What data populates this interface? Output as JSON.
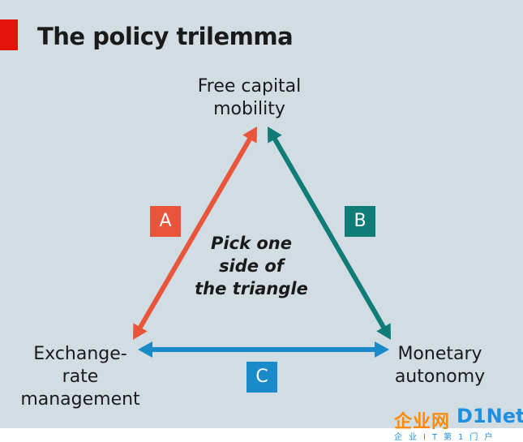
{
  "title": "The policy trilemma",
  "nodes": {
    "top": {
      "line1": "Free capital",
      "line2": "mobility"
    },
    "left": {
      "line1": "Exchange-",
      "line2": "rate",
      "line3": "management"
    },
    "right": {
      "line1": "Monetary",
      "line2": "autonomy"
    }
  },
  "center_text": {
    "line1": "Pick one",
    "line2": "side of",
    "line3": "the triangle"
  },
  "sides": {
    "a": {
      "label": "A",
      "color": "#e8553a"
    },
    "b": {
      "label": "B",
      "color": "#0f7c77"
    },
    "c": {
      "label": "C",
      "color": "#1a8bc8"
    }
  },
  "colors": {
    "background": "#d1dde3",
    "accent_bar": "#e3120b"
  },
  "watermark": {
    "mark": "企业网",
    "brand": "D1Net",
    "sub": "企业IT第1门户"
  }
}
